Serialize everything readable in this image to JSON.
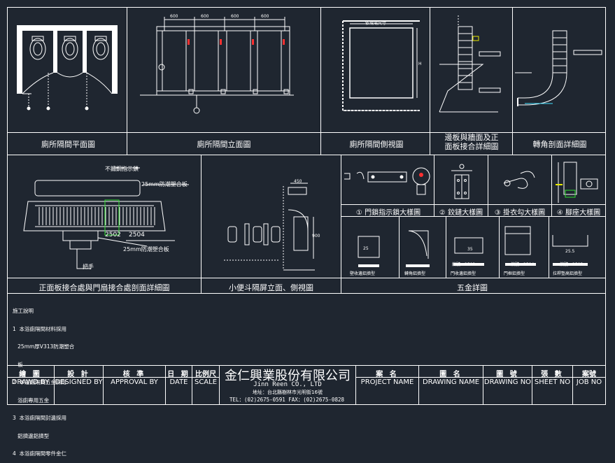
{
  "panels": {
    "toilet_plan": "廁所隔間平面圖",
    "toilet_elevation": "廁所隔間立面圖",
    "toilet_side": "廁所隔間側視圖",
    "wall_edge": "邊板與牆面及正\n面板接合詳細圖",
    "corner_section": "轉角剖面詳細圖",
    "panel_joint_section": "正面板接合處與門扇接合處剖面詳細圖",
    "urinal_screen": "小便斗隔屏立面、側視圖",
    "hardware": "五金詳圖"
  },
  "hardware_items": {
    "lock": "① 門鎖指示鎖大樣圖",
    "hinge": "② 鉸鏈大樣圖",
    "hook": "③ 掛衣勾大樣圖",
    "foot": "④ 腳座大樣圖"
  },
  "profiles": {
    "p1": "壁收邊鋁擠型",
    "p2": "轉角鋁擠型",
    "p3": "門收邊鋁擠型",
    "p4": "門框鋁擠型",
    "p5": "拉桿墊高鋁擠型",
    "code_2502": "編號：2502",
    "code_2504": "編號：2504",
    "code_2503": "編號：2503"
  },
  "dims": {
    "d600": "600",
    "d450": "450",
    "d900": "900",
    "d25": "25",
    "d35": "35",
    "d255": "25.5",
    "h": "H"
  },
  "labels": {
    "door_indicator": "不鏽鋼指示鎖",
    "board_top": "25mm防潮塑合板",
    "board_bottom": "25mm防潮塑合板",
    "num_2502": "2502",
    "num_2504": "2504",
    "handle": "把手",
    "side_width": "依現場尺寸"
  },
  "notes": [
    "施工說明",
    "1  本浴廁隔間材料採用",
    "   25mm厚V313防潮塑合",
    "   板",
    "2  本浴廁隔間五金採用",
    "   浴廁專用五金",
    "3  本浴廁隔間封邊採用",
    "   鋁擠邊鋁擠型",
    "4  本浴廁隔間零件金仁"
  ],
  "title_block": {
    "draw_zh": "繪 圖",
    "draw_en": "DRAWD BY",
    "design_zh": "設 計",
    "design_en": "DESIGNED BY",
    "approve_zh": "核 準",
    "approve_en": "APPROVAL BY",
    "date_zh": "日 期",
    "date_en": "DATE",
    "scale_zh": "比例尺",
    "scale_en": "SCALE",
    "company_zh": "金仁興業股份有限公司",
    "company_en": "Jinn   Reen   CO.,   LTD",
    "address": "地址：台北縣樹林市光明街16號",
    "phone": "TEL：(02)2675-0591  FAX：(02)2675-0828",
    "project_zh": "案 名",
    "project_en": "PROJECT NAME",
    "drawing_zh": "圖 名",
    "drawing_en": "DRAWING NAME",
    "drawno_zh": "圖 號",
    "drawno_en": "DRAWING NO",
    "sheet_zh": "張 數",
    "sheet_en": "SHEET NO",
    "job_zh": "案號",
    "job_en": "JOB NO"
  },
  "colors": {
    "background": "#1f2630",
    "lines": "#ffffff",
    "accent_red": "#ff3030",
    "accent_yellow": "#e8e800",
    "accent_green": "#30e030",
    "accent_cyan": "#40e0ff"
  }
}
